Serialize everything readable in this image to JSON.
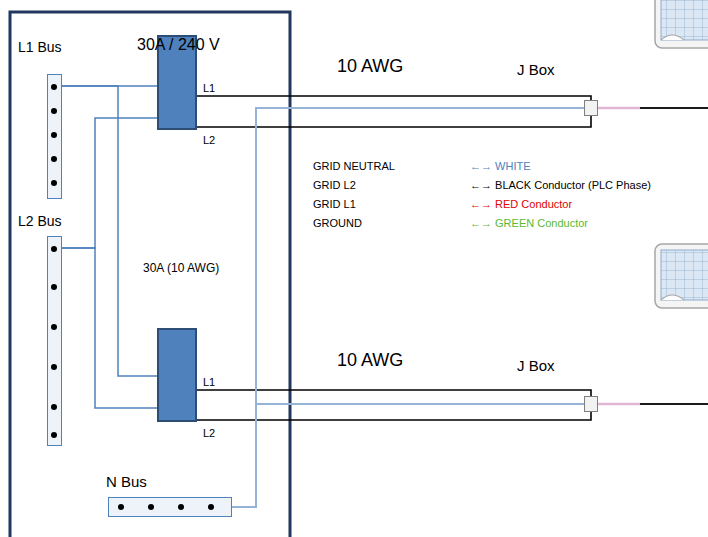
{
  "diagram": {
    "nodes": [
      {
        "text": [
          "L1 Bus"
        ]
      },
      {
        "text": [
          "L1",
          "L2"
        ]
      },
      {
        "text": [
          "L2 Bus"
        ]
      },
      {
        "text": [
          "L1",
          "L2"
        ]
      },
      {
        "text": [
          "N Bus"
        ]
      },
      {
        "text": [
          "J Box"
        ]
      },
      {
        "text": [
          "J Box"
        ]
      }
    ],
    "edges": [
      {
        "from": 0,
        "to": 1,
        "arrow": "none"
      },
      {
        "from": 0,
        "to": 3,
        "arrow": "none"
      },
      {
        "from": 2,
        "to": 1,
        "arrow": "none"
      },
      {
        "from": 2,
        "to": 3,
        "arrow": "none"
      },
      {
        "from": 1,
        "to": 5,
        "label": "10 AWG",
        "arrow": "none"
      },
      {
        "from": 1,
        "to": 5,
        "arrow": "none"
      },
      {
        "from": 3,
        "to": 6,
        "label": "10 AWG",
        "arrow": "none"
      },
      {
        "from": 3,
        "to": 6,
        "arrow": "none"
      },
      {
        "from": 4,
        "to": 5,
        "arrow": "none"
      },
      {
        "from": 4,
        "to": 6,
        "arrow": "none"
      }
    ],
    "labels": [
      "30A / 240 V",
      "30A (10 AWG)",
      "GRID NEUTRAL",
      "←→ WHITE",
      "GRID L2",
      "←→ BLACK Conductor (PLC Phase)",
      "GRID L1",
      "←→ RED Conductor",
      "GROUND",
      "←→ GREEN Conductor"
    ]
  }
}
